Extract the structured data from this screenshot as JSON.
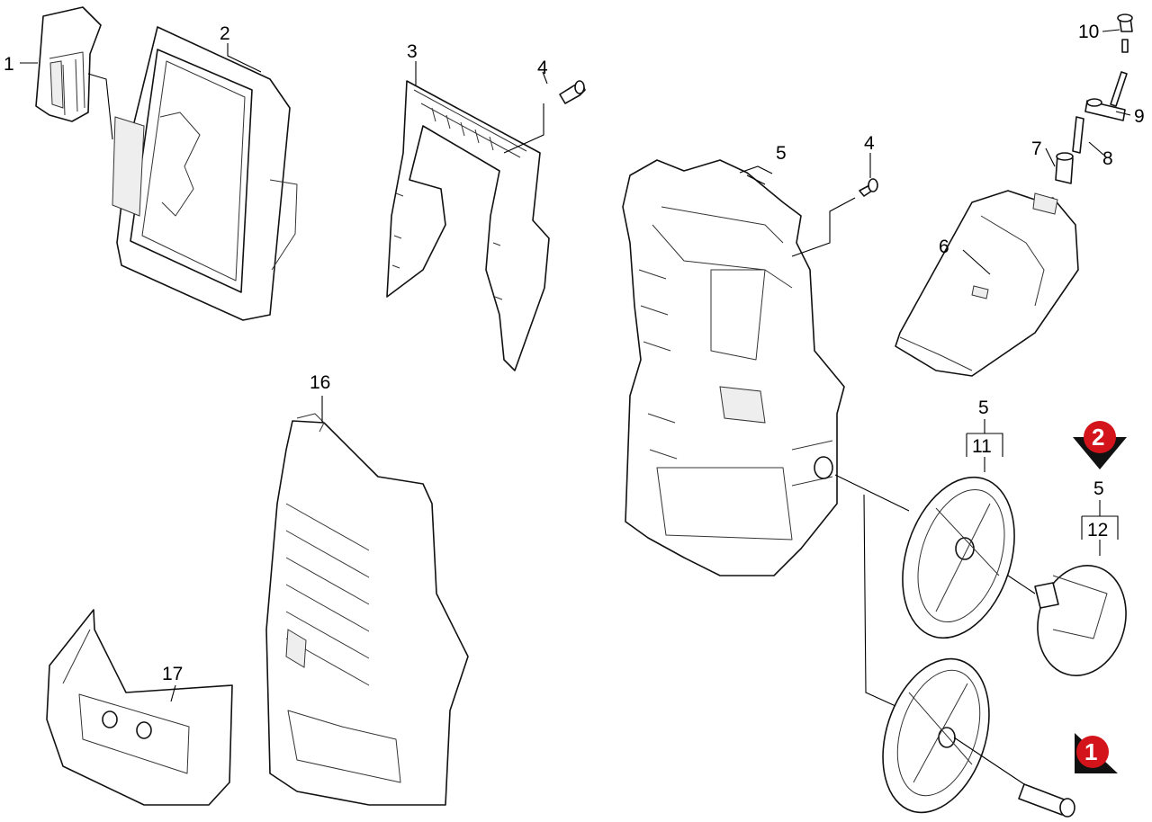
{
  "callouts": {
    "c1": "1",
    "c2": "2",
    "c3": "3",
    "c4a": "4",
    "c4b": "4",
    "c5a": "5",
    "c5b": "5",
    "c5c": "5",
    "c6": "6",
    "c7": "7",
    "c8": "8",
    "c9": "9",
    "c10": "10",
    "c11": "11",
    "c12": "12",
    "c16": "16",
    "c17": "17"
  },
  "badges": {
    "b1": "1",
    "b2": "2"
  },
  "colors": {
    "badge_red": "#d4141b",
    "badge_arrow": "#111111",
    "line": "#111111"
  }
}
